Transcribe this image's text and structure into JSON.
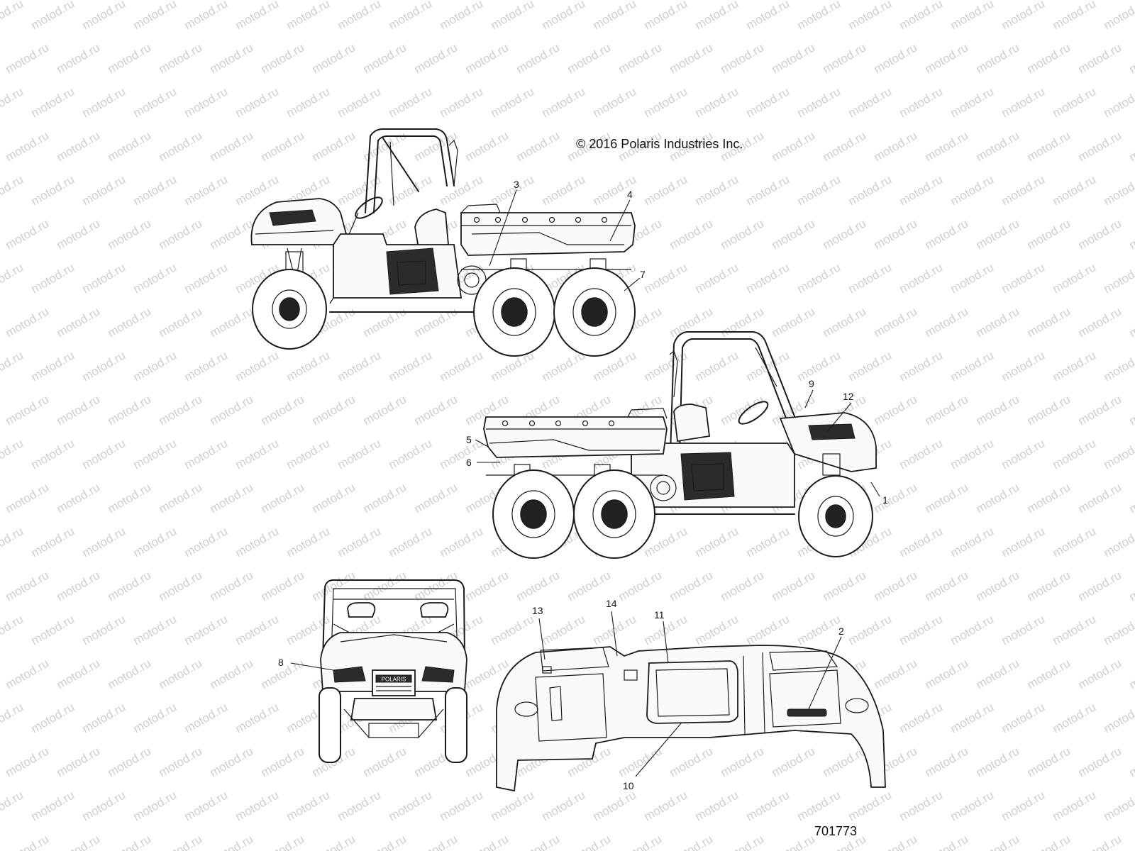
{
  "watermark": {
    "text": "motod.ru",
    "color": "#cfcfcf"
  },
  "copyright": "© 2016 Polaris Industries Inc.",
  "figure_number": "701773",
  "grille_badge": "POLARIS",
  "callouts": [
    {
      "label": "1"
    },
    {
      "label": "2"
    },
    {
      "label": "3"
    },
    {
      "label": "4"
    },
    {
      "label": "5"
    },
    {
      "label": "6"
    },
    {
      "label": "7"
    },
    {
      "label": "8"
    },
    {
      "label": "9"
    },
    {
      "label": "10"
    },
    {
      "label": "11"
    },
    {
      "label": "12"
    },
    {
      "label": "13"
    },
    {
      "label": "14"
    }
  ]
}
